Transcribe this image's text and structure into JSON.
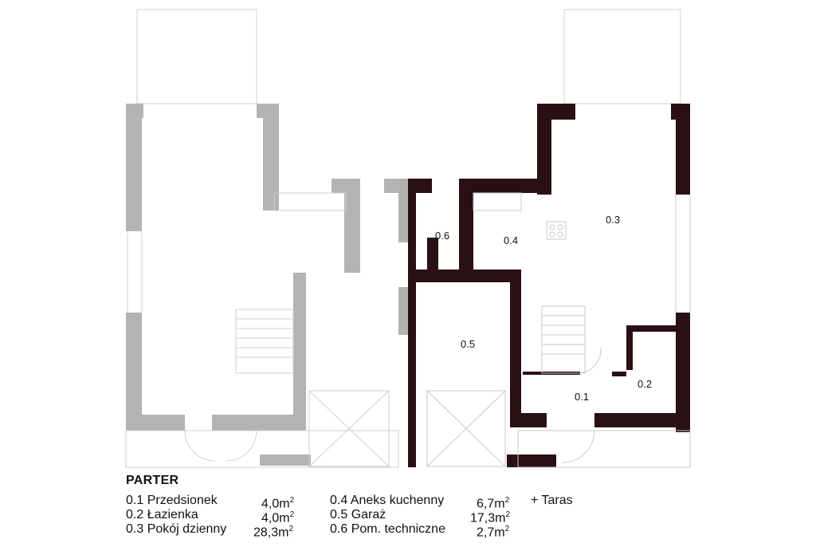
{
  "plan": {
    "rooms": [
      {
        "id": "0.1",
        "label": "0.1"
      },
      {
        "id": "0.2",
        "label": "0.2"
      },
      {
        "id": "0.3",
        "label": "0.3"
      },
      {
        "id": "0.4",
        "label": "0.4"
      },
      {
        "id": "0.5",
        "label": "0.5"
      },
      {
        "id": "0.6",
        "label": "0.6"
      }
    ]
  },
  "legend": {
    "title": "PARTER",
    "col1": [
      {
        "name": "0.1 Przedsionek",
        "area": "4,0m",
        "sup": "2"
      },
      {
        "name": "0.2 Łazienka",
        "area": "4,0m",
        "sup": "2"
      },
      {
        "name": "0.3 Pokój dzienny",
        "area": "28,3m",
        "sup": "2"
      }
    ],
    "col2": [
      {
        "name": "0.4 Aneks kuchenny",
        "area": "6,7m",
        "sup": "2"
      },
      {
        "name": "0.5 Garaż",
        "area": "17,3m",
        "sup": "2"
      },
      {
        "name": "0.6 Pom. techniczne",
        "area": "2,7m",
        "sup": "2"
      }
    ],
    "extra": "+ Taras"
  },
  "colors": {
    "wall_dark": "#2a0f14",
    "wall_grey": "#b3b3b3",
    "line": "#c8c8c8"
  }
}
